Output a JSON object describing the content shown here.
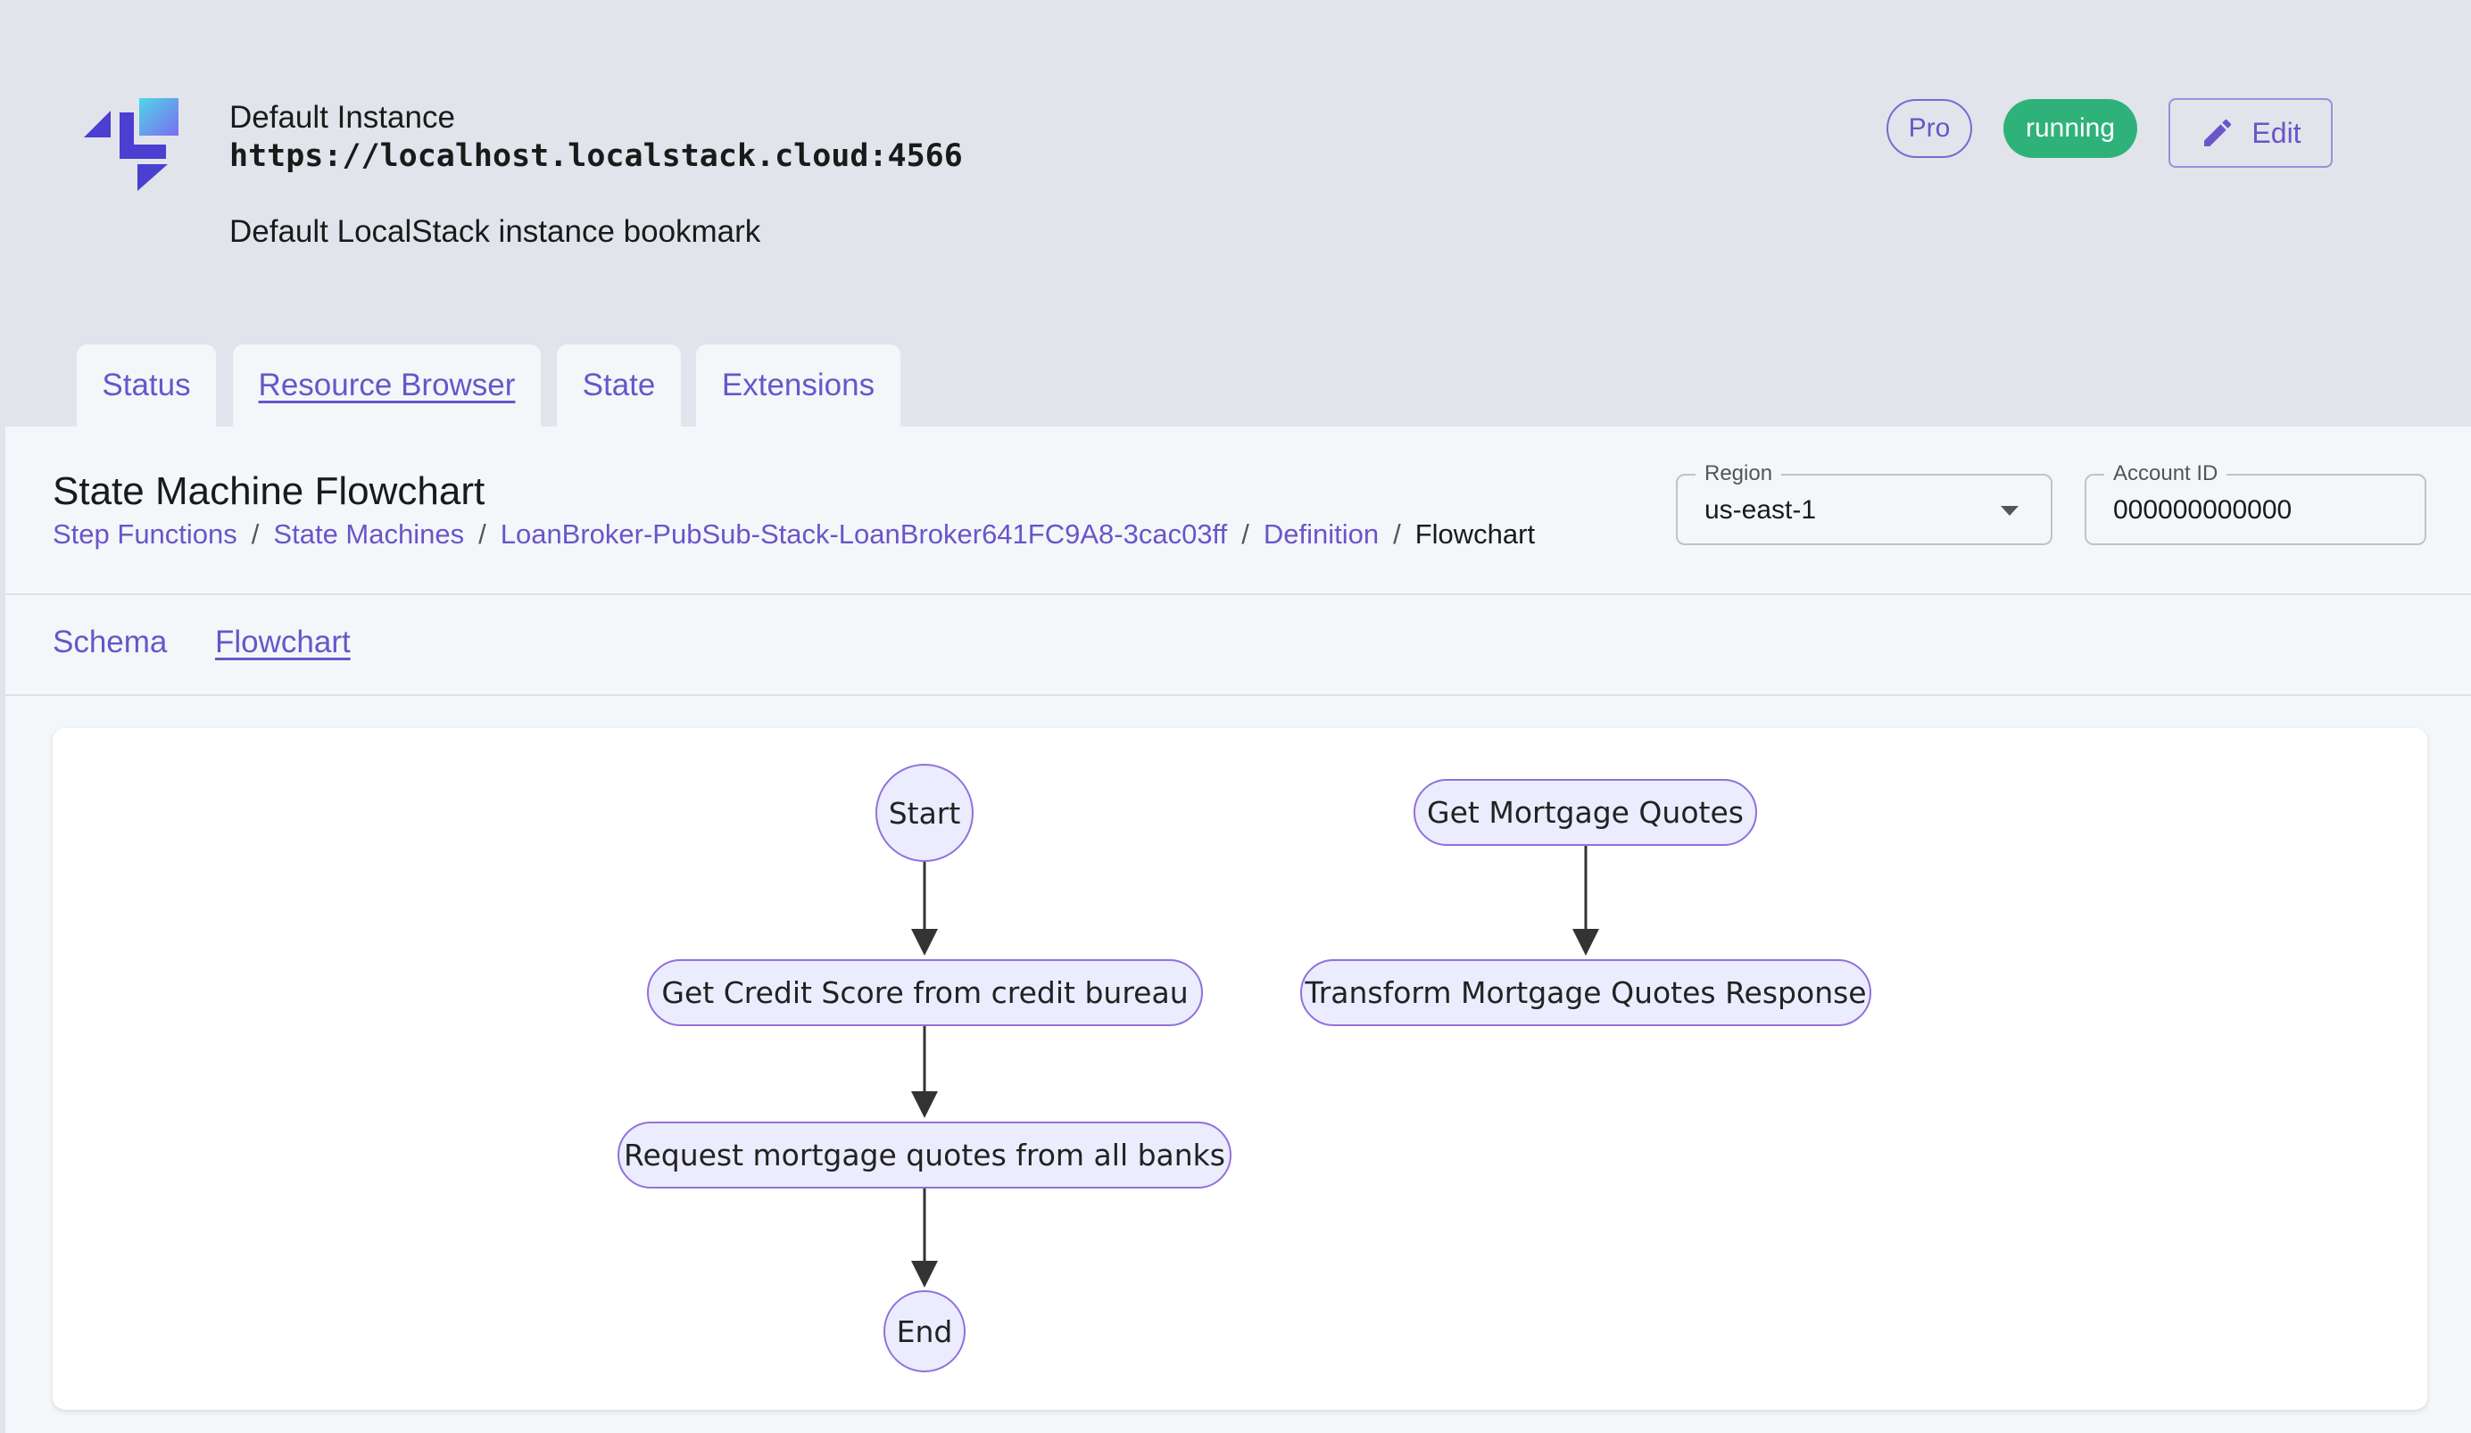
{
  "instance": {
    "name": "Default Instance",
    "url": "https://localhost.localstack.cloud:4566",
    "description": "Default LocalStack instance bookmark",
    "badge_pro": "Pro",
    "badge_status": "running",
    "edit_label": "Edit"
  },
  "tabs": [
    "Status",
    "Resource Browser",
    "State",
    "Extensions"
  ],
  "page": {
    "title": "State Machine Flowchart",
    "breadcrumb": [
      "Step Functions",
      "State Machines",
      "LoanBroker-PubSub-Stack-LoanBroker641FC9A8-3cac03ff",
      "Definition",
      "Flowchart"
    ],
    "region_label": "Region",
    "region_value": "us-east-1",
    "account_label": "Account ID",
    "account_value": "000000000000"
  },
  "subtabs": [
    "Schema",
    "Flowchart"
  ],
  "flowchart": {
    "nodes": {
      "start": "Start",
      "credit": "Get Credit Score from credit bureau",
      "request": "Request mortgage quotes from all banks",
      "end": "End",
      "quotes": "Get Mortgage Quotes",
      "transform": "Transform Mortgage Quotes Response"
    }
  },
  "colors": {
    "accent": "#6a55c9",
    "running": "#2fb27a",
    "node_fill": "#ececff",
    "node_border": "#9370db"
  }
}
